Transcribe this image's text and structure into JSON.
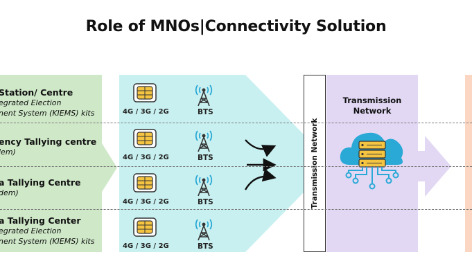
{
  "title": "Role of MNOs|Connectivity Solution",
  "rows": [
    {
      "main": "Station/ Centre",
      "sub1": "egrated Election",
      "sub2": "nent System (KIEMS) kits"
    },
    {
      "main": "ency Tallying centre",
      "sub1": "lem)"
    },
    {
      "main": "a Tallying Centre",
      "sub1": "dem)"
    },
    {
      "main": "a Tallying Center",
      "sub1": "egrated Election",
      "sub2": "nent System (KIEMS) kits"
    }
  ],
  "network_label": "4G / 3G / 2G",
  "bts_label": "BTS",
  "vertical_label": "Transmission Network",
  "transmission_title_line1": "Transmission",
  "transmission_title_line2": "Network",
  "colors": {
    "left_panel": "#cfe8c8",
    "mid_panel": "#c9f0f0",
    "transmission_panel": "#e2d8f4",
    "right_panel": "#fbd6c2",
    "sim_gold": "#f5c542",
    "cloud_blue": "#2aa9d6"
  }
}
